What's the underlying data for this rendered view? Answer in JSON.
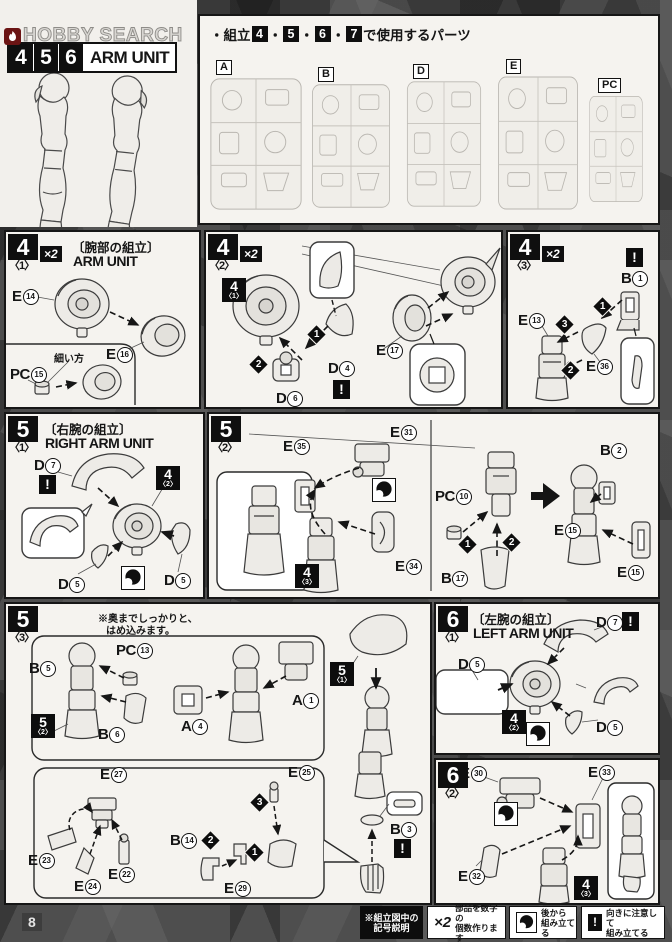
{
  "watermark": {
    "brand": "HOBBY SEARCH"
  },
  "page": {
    "number": "8"
  },
  "title_block": {
    "steps": [
      "4",
      "5",
      "6"
    ],
    "title": "ARM UNIT"
  },
  "parts_usage": {
    "prefix": "・組立",
    "sep": "・",
    "steps": [
      "4",
      "5",
      "6",
      "7"
    ],
    "suffix": "で使用するパーツ",
    "runners": [
      {
        "label": "A"
      },
      {
        "label": "B"
      },
      {
        "label": "D"
      },
      {
        "label": "E"
      },
      {
        "label": "PC"
      }
    ]
  },
  "steps": {
    "s41": {
      "num": "4",
      "sub": "〈1〉",
      "mult": "×2",
      "title_jp": "〔腕部の組立〕",
      "title_en": "ARM UNIT",
      "note": "細い方",
      "parts": {
        "e14": [
          "E",
          "14"
        ],
        "e16": [
          "E",
          "16"
        ],
        "pc15": [
          "PC",
          "15"
        ]
      }
    },
    "s42": {
      "num": "4",
      "sub": "〈2〉",
      "mult": "×2",
      "warn": "!",
      "badge": {
        "num": "4",
        "sub": "〈1〉"
      },
      "parts": {
        "d6": [
          "D",
          "6"
        ],
        "d4": [
          "D",
          "4"
        ],
        "e17": [
          "E",
          "17"
        ]
      },
      "arrows": {
        "a1": "1",
        "a2": "2"
      }
    },
    "s43": {
      "num": "4",
      "sub": "〈3〉",
      "mult": "×2",
      "warn": "!",
      "parts": {
        "b1": [
          "B",
          "1"
        ],
        "e13": [
          "E",
          "13"
        ],
        "e36": [
          "E",
          "36"
        ]
      },
      "arrows": {
        "a1": "1",
        "a2": "2",
        "a3": "3"
      }
    },
    "s51": {
      "num": "5",
      "sub": "〈1〉",
      "title_jp": "〔右腕の組立〕",
      "title_en": "RIGHT ARM UNIT",
      "warn": "!",
      "badge": {
        "num": "4",
        "sub": "〈2〉"
      },
      "parts": {
        "d7": [
          "D",
          "7"
        ],
        "d5a": [
          "D",
          "5"
        ],
        "d5b": [
          "D",
          "5"
        ]
      }
    },
    "s52": {
      "num": "5",
      "sub": "〈2〉",
      "badge": {
        "num": "4",
        "sub": "〈3〉"
      },
      "parts": {
        "e35": [
          "E",
          "35"
        ],
        "e31": [
          "E",
          "31"
        ],
        "e34": [
          "E",
          "34"
        ],
        "pc10": [
          "PC",
          "10"
        ],
        "b17": [
          "B",
          "17"
        ],
        "b2": [
          "B",
          "2"
        ],
        "e15a": [
          "E",
          "15"
        ],
        "e15b": [
          "E",
          "15"
        ]
      },
      "arrows": {
        "a1": "1",
        "a2": "2"
      }
    },
    "s53": {
      "num": "5",
      "sub": "〈3〉",
      "note1": "※奥までしっかりと、",
      "note2": "はめ込みます。",
      "warn": "!",
      "badges": {
        "b52": {
          "num": "5",
          "sub": "〈2〉"
        },
        "b51": {
          "num": "5",
          "sub": "〈1〉"
        }
      },
      "parts": {
        "b5": [
          "B",
          "5"
        ],
        "pc13": [
          "PC",
          "13"
        ],
        "b6": [
          "B",
          "6"
        ],
        "a4": [
          "A",
          "4"
        ],
        "a1": [
          "A",
          "1"
        ],
        "e27": [
          "E",
          "27"
        ],
        "e23": [
          "E",
          "23"
        ],
        "e24": [
          "E",
          "24"
        ],
        "e22": [
          "E",
          "22"
        ],
        "e25": [
          "E",
          "25"
        ],
        "b14": [
          "B",
          "14"
        ],
        "e29": [
          "E",
          "29"
        ],
        "b3": [
          "B",
          "3"
        ]
      },
      "arrows": {
        "a1": "1",
        "a2": "2",
        "a3": "3"
      }
    },
    "s61": {
      "num": "6",
      "sub": "〈1〉",
      "title_jp": "〔左腕の組立〕",
      "title_en": "LEFT ARM UNIT",
      "warn": "!",
      "badge": {
        "num": "4",
        "sub": "〈2〉"
      },
      "parts": {
        "d7": [
          "D",
          "7"
        ],
        "d5a": [
          "D",
          "5"
        ],
        "d5b": [
          "D",
          "5"
        ]
      }
    },
    "s62": {
      "num": "6",
      "sub": "〈2〉",
      "badge": {
        "num": "4",
        "sub": "〈3〉"
      },
      "parts": {
        "e30": [
          "E",
          "30"
        ],
        "e33": [
          "E",
          "33"
        ],
        "e32": [
          "E",
          "32"
        ]
      }
    }
  },
  "legend": {
    "header1": "※組立図中の",
    "header2": "記号説明",
    "x2": "×2",
    "x2_l1": "部品を数字の",
    "x2_l2": "個数作ります",
    "later_l1": "後から",
    "later_l2": "組み立てる",
    "warn": "!",
    "warn_l1": "向きに注意して",
    "warn_l2": "組み立てる"
  },
  "colors": {
    "panel_bg": "#f5f3ef",
    "ink": "#161616",
    "background": "#4e4e4e",
    "logo_red": "#6b1414"
  }
}
